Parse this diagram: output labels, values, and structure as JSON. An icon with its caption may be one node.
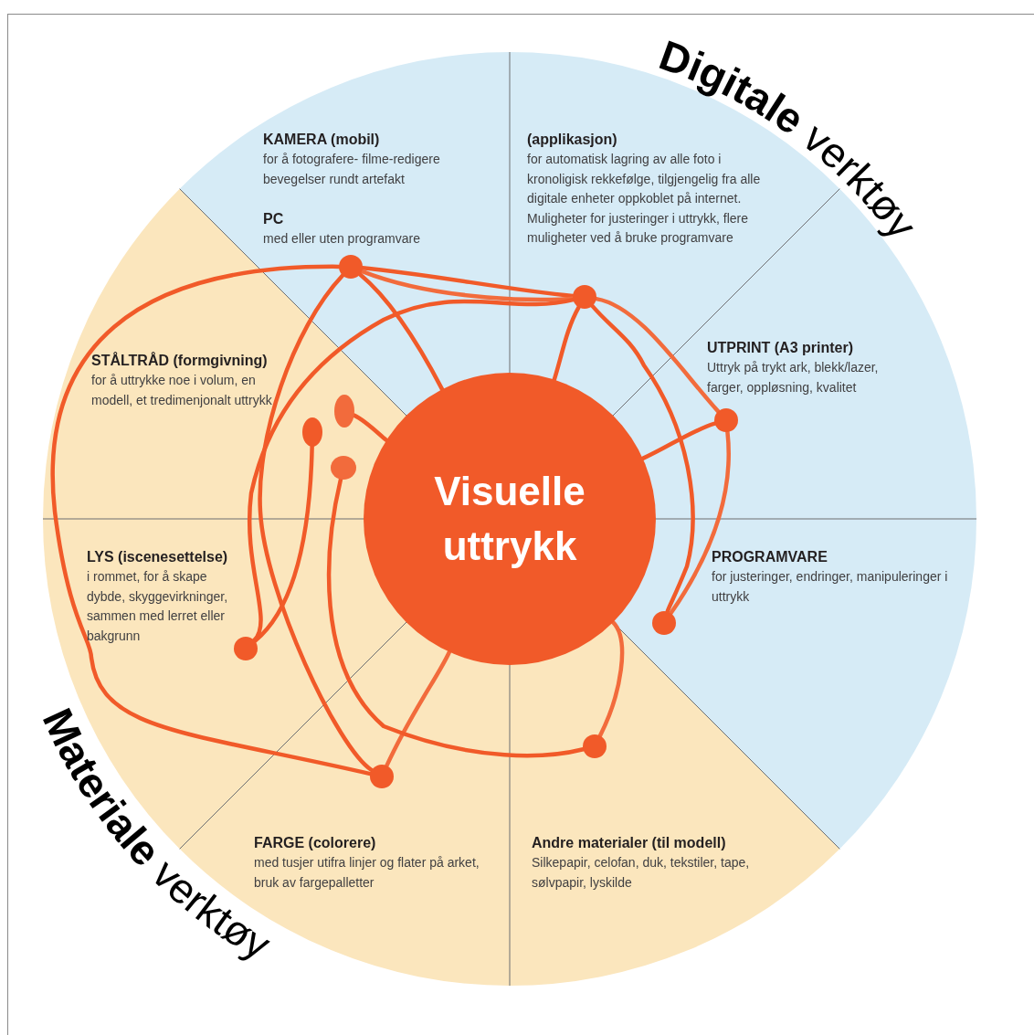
{
  "diagram": {
    "nodes": [
      {
        "text": [
          "KAMERA (mobil)",
          "for å fotografere- filme-redigere bevegelser rundt artefakt",
          "PC",
          "med eller uten programvare"
        ]
      },
      {
        "text": [
          "(applikasjon)",
          "for automatisk lagring av alle foto i kronoligisk rekkefølge, tilgjengelig fra alle digitale enheter oppkoblet på internet. Muligheter for justeringer i uttrykk, flere muligheter ved å bruke programvare"
        ]
      },
      {
        "text": [
          "UTPRINT (A3 printer)",
          "Uttryk på trykt ark, blekk/lazer, farger, oppløsning, kvalitet"
        ]
      },
      {
        "text": [
          "PROGRAMVARE",
          "for justeringer, endringer, manipuleringer i uttrykk"
        ]
      },
      {
        "text": [
          "Andre materialer (til modell)",
          "Silkepapir, celofan, duk, tekstiler, tape, sølvpapir, lyskilde"
        ]
      },
      {
        "text": [
          "FARGE (colorere)",
          "med tusjer utifra linjer og flater på arket, bruk av fargepalletter"
        ]
      },
      {
        "text": [
          "LYS (iscenesettelse)",
          "i rommet, for å skape dybde, skyggevirkninger, sammen med lerret eller bakgrunn"
        ]
      },
      {
        "text": [
          "STÅLTRÅD (formgivning)",
          "for å uttrykke noe i volum, en modell, et tredimenjonalt uttrykk"
        ]
      },
      {
        "text": [
          "Visuelle uttrykk"
        ]
      },
      {
        "text": [],
        "shape": "circle"
      },
      {
        "text": [],
        "shape": "circle"
      },
      {
        "text": [],
        "shape": "circle"
      },
      {
        "text": [],
        "shape": "circle"
      },
      {
        "text": [],
        "shape": "circle"
      },
      {
        "text": [],
        "shape": "circle"
      },
      {
        "text": [],
        "shape": "circle"
      },
      {
        "text": [],
        "shape": "circle"
      },
      {
        "text": [],
        "shape": "circle"
      },
      {
        "text": [],
        "shape": "circle"
      }
    ],
    "edges": [
      {
        "from": 13,
        "to": 14,
        "arrow": "none"
      },
      {
        "from": 13,
        "to": 15,
        "arrow": "none"
      },
      {
        "from": 13,
        "to": 15,
        "arrow": "none"
      },
      {
        "from": 13,
        "to": 8,
        "arrow": "none"
      },
      {
        "from": 13,
        "to": 14,
        "arrow": "none"
      },
      {
        "from": 15,
        "to": 18,
        "arrow": "none"
      },
      {
        "from": 15,
        "to": 8,
        "arrow": "none"
      },
      {
        "from": 15,
        "to": 17,
        "arrow": "none"
      },
      {
        "from": 18,
        "to": 17,
        "arrow": "none"
      },
      {
        "from": 18,
        "to": 8,
        "arrow": "none"
      },
      {
        "from": 15,
        "to": 9,
        "arrow": "none"
      },
      {
        "from": 14,
        "to": 8,
        "arrow": "none"
      },
      {
        "from": 10,
        "to": 9,
        "arrow": "none"
      },
      {
        "from": 11,
        "to": 16,
        "arrow": "none"
      },
      {
        "from": 16,
        "to": 8,
        "arrow": "none"
      },
      {
        "from": 12,
        "to": 8,
        "arrow": "none"
      }
    ],
    "labels": [
      "Digitale verktøy",
      "Materiale verktøy"
    ]
  }
}
